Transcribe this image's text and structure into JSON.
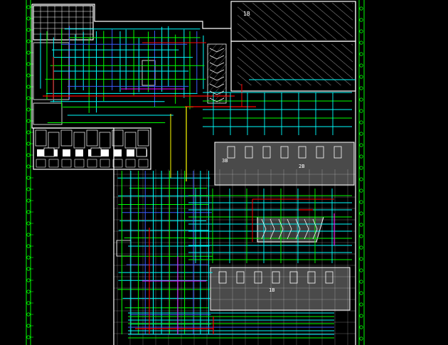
{
  "drawing": {
    "background": "#000000",
    "colors": {
      "axis_green": "#00ff00",
      "wall_white": "#ffffff",
      "pipe_cyan": "#00ffff",
      "pipe_green": "#00ff00",
      "pipe_red": "#ff0000",
      "pipe_magenta": "#ff00ff",
      "pipe_yellow": "#ffff00",
      "pipe_blue": "#3a5cff",
      "hatch_grey": "#bfbfbf",
      "fill_grey": "#4a4a4a"
    },
    "labels": {
      "zone_upper_right": "1B",
      "zone_mid_left": "3B",
      "zone_mid_right": "2B",
      "zone_lower": "1B"
    }
  }
}
